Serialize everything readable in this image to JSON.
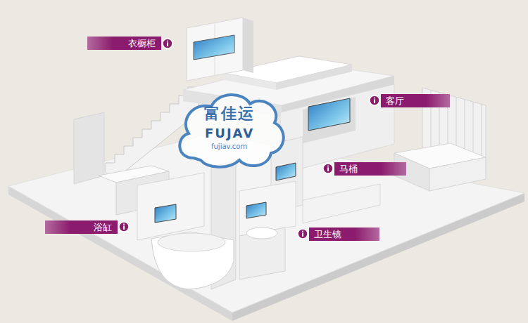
{
  "diagram": {
    "nodes": [
      {
        "text": [
          "衣橱柜"
        ]
      },
      {
        "text": [
          "客厅"
        ]
      },
      {
        "text": [
          "马桶"
        ]
      },
      {
        "text": [
          "浴缸"
        ]
      },
      {
        "text": [
          "卫生镜"
        ]
      }
    ],
    "labels": [
      "富佳运",
      "FUJAV",
      "fujiav.com"
    ]
  }
}
